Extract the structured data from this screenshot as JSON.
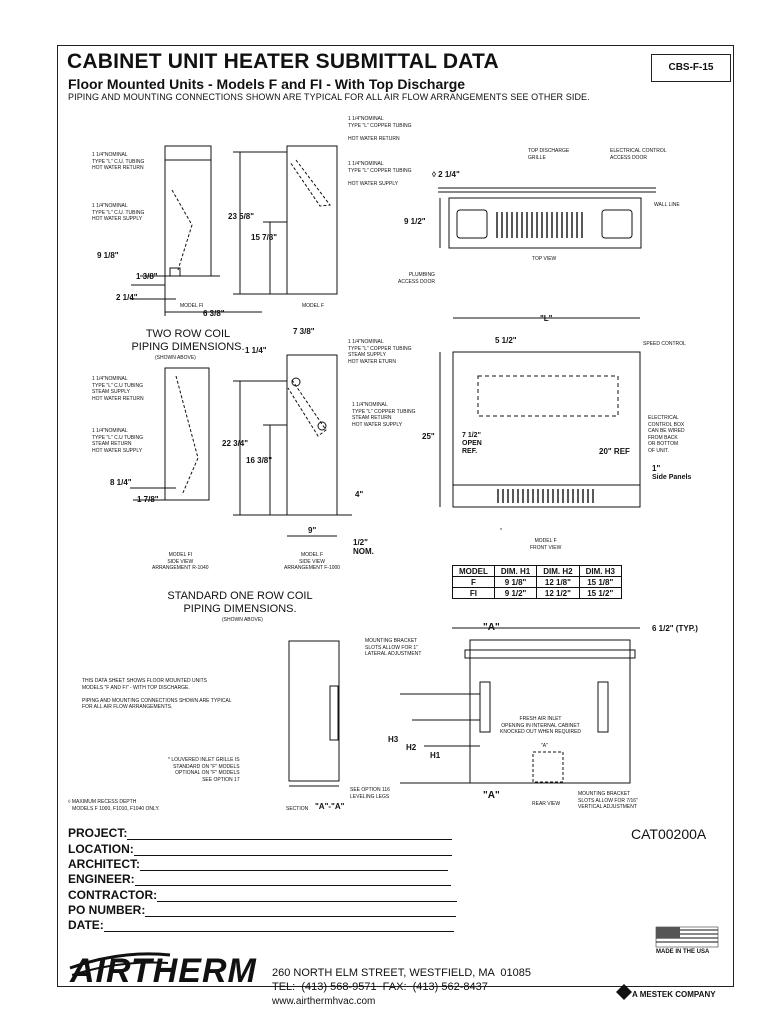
{
  "header": {
    "title": "CABINET UNIT HEATER SUBMITTAL DATA",
    "code": "CBS-F-15",
    "subtitle": "Floor Mounted Units - Models F and FI - With Top Discharge",
    "subline": "PIPING AND MOUNTING CONNECTIONS SHOWN ARE TYPICAL FOR ALL AIR FLOW ARRANGEMENTS SEE OTHER SIDE."
  },
  "labels": {
    "tubing_return_top": "1 1/4\"NOMINAL\nTYPE \"L\" COPPER TUBING\n\nHOT WATER RETURN",
    "tubing_left_return": "1 1/4\"NOMINAL\nTYPE \"L\" C.U. TUBING\nHOT WATER RETURN",
    "tubing_supply_mid": "1 1/4\"NOMINAL\nTYPE \"L\" COPPER TUBING\n\nHOT WATER SUPPLY",
    "tubing_left_supply": "1 1/4\"NOMINAL\nTYPE \"L\" C.U. TUBING\nHOT WATER SUPPLY",
    "top_grille": "TOP DISCHARGE\nGRILLE",
    "elec_door": "ELECTRICAL CONTROL\nACCESS DOOR",
    "wall_line": "WALL LINE",
    "top_view": "TOP VIEW",
    "plumbing": "PLUMBING\nACCESS DOOR",
    "model_fi": "MODEL FI",
    "model_f": "MODEL F",
    "steam_top": "1 1/4\"NOMINAL\nTYPE \"L\" COPPER TUBING\nSTEAM SUPPLY\nHOT WATER ETURN",
    "steam_left_top": "1 1/4\"NOMINAL\nTYPE \"L\" C.U TUBING\nSTEAM SUPPLY\nHOT WATER RETURN",
    "steam_left_bottom": "1 1/4\"NOMINAL\nTYPE \"L\" C.U TUBING\nSTEAM RETURN\nHOT WATER SUPPLY",
    "steam_mid": "1 1/4\"NOMINAL\nTYPE \"L\" COPPER TUBING\nSTEAM RETURN\nHOT WATER SUPPLY",
    "speed_control": "SPEED CONTROL",
    "elec_box": "ELECTRICAL\nCONTROL BOX\nCAN BE WIRED\nFROM BACK\nOR BOTTOM\nOF UNIT.",
    "side_panels": "Side Panels",
    "model_f_front": "MODEL F\nFRONT VIEW",
    "model_fi_side": "MODEL FI\nSIDE VIEW\nARRANGEMENT R-1040",
    "model_f_side": "MODEL F\nSIDE VIEW\nARRANGEMENT F-1000",
    "mounting_bracket_top": "MOUNTING BRACKET\nSLOTS ALLOW FOR 1\"\nLATERAL ADJUSTMENT",
    "datasheet_note": "THIS DATA SHEET SHOWS FLOOR MOUNTED UNITS\nMODELS \"F AND FI\" - WITH TOP DISCHARGE.\n\nPIPING AND MOUNTING CONNECTIONS SHOWN ARE TYPICAL\nFOR ALL AIR FLOW ARRANGEMENTS.",
    "louvered_note": "* LOUVERED INLET GRILLE IS\nSTANDARD ON \"F\" MODELS\nOPTIONAL ON \"F\" MODELS\nSEE OPTION 17",
    "option116": "SEE OPTION 116\nLEVELING LEGS",
    "fresh_air": "FRESH AIR INLET\nOPENING IN INTERNAL CABINET\nKNOCKED OUT WHEN REQUIRED",
    "rear_view": "REAR VIEW",
    "mounting_bracket_bottom": "MOUNTING BRACKET\nSLOTS ALLOW FOR 7/16\"\nVERTICAL ADJUSTMENT",
    "max_recess": "◊ MAXIMUM RECESS DEPTH\n   MODELS F 1000, F1010, F1040 ONLY.",
    "section": "SECTION",
    "section_aa": "\"A\"-\"A\"",
    "star": "*"
  },
  "headings": {
    "two_row": "TWO ROW COIL\nPIPING DIMENSIONS.",
    "two_row_note": "(SHOWN ABOVE)",
    "one_row": "STANDARD ONE ROW COIL\nPIPING DIMENSIONS.",
    "one_row_note": "(SHOWN ABOVE)"
  },
  "dims": {
    "d_2_1_4_top": "◊ 2 1/4\"",
    "d_9_1_2": "9 1/2\"",
    "d_23_5_8": "23 5/8\"",
    "d_15_7_8": "15 7/8\"",
    "d_9_1_8": "9 1/8\"",
    "d_1_3_8": "1 3/8\"",
    "d_2_1_4": "2 1/4\"",
    "d_6_3_8": "6 3/8\"",
    "d_7_3_8": "7 3/8\"",
    "d_1_1_4": "1 1/4\"",
    "d_22_3_4": "22 3/4\"",
    "d_16_3_8": "16 3/8\"",
    "d_8_1_4": "8 1/4\"",
    "d_1_7_8": "1 7/8\"",
    "d_4": "4\"",
    "d_9": "9\"",
    "d_1_2_nom": "1/2\"\nNOM.",
    "d_L": "\"L\"",
    "d_5_1_2": "5 1/2\"",
    "d_25": "25\"",
    "d_7_1_2": "7 1/2\"\nOPEN\nREF.",
    "d_20": "20\" REF",
    "d_1": "1\"",
    "d_A_top": "\"A\"",
    "d_A_bottom": "\"A\"",
    "d_A_small": "\"A\"",
    "d_6_1_2": "6 1/2\" (TYP.)",
    "H1": "H1",
    "H2": "H2",
    "H3": "H3"
  },
  "model_table": {
    "headers": [
      "MODEL",
      "DIM. H1",
      "DIM. H2",
      "DIM. H3"
    ],
    "rows": [
      [
        "F",
        "9 1/8\"",
        "12 1/8\"",
        "15 1/8\""
      ],
      [
        "FI",
        "9 1/2\"",
        "12 1/2\"",
        "15 1/2\""
      ]
    ]
  },
  "form": {
    "project": "PROJECT:",
    "location": "LOCATION:",
    "architect": "ARCHITECT:",
    "engineer": "ENGINEER:",
    "contractor": "CONTRACTOR:",
    "po_number": "PO NUMBER:",
    "date": "DATE:"
  },
  "catalog": "CAT00200A",
  "footer": {
    "brand": "AIRTHERM",
    "address": "260 NORTH ELM STREET, WESTFIELD, MA  01085",
    "phone": "TEL:  (413) 568-9571  FAX:  (413) 562-8437",
    "web": "www.airthermhvac.com",
    "made_in_usa": "MADE IN THE USA",
    "mestek": "A MESTEK COMPANY"
  }
}
